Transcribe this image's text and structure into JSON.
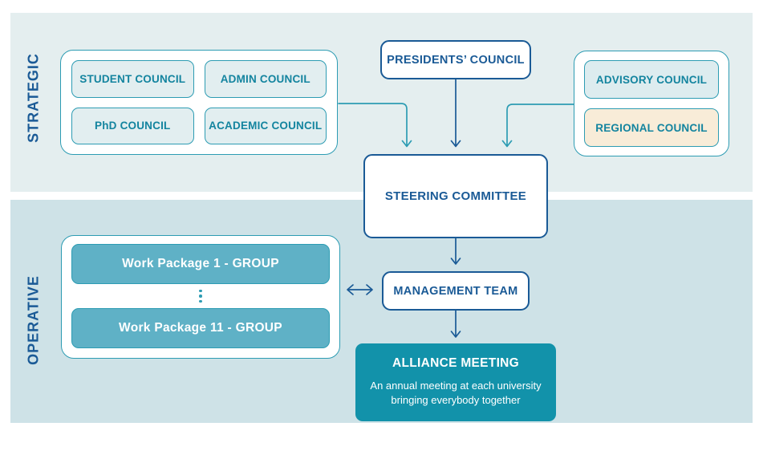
{
  "colors": {
    "dark_blue": "#1a5a96",
    "teal": "#2d9cb3",
    "teal_text": "#13849f",
    "band_strategic": "#e4eeef",
    "band_operative": "#cee2e7",
    "council_fill": "#e2eef0",
    "advisory_fill": "#ddecef",
    "regional_fill": "#f8ecd8",
    "wp_fill": "#5fb1c6",
    "alliance_fill": "#1292aa"
  },
  "bands": {
    "strategic_label": "STRATEGIC",
    "operative_label": "OPERATIVE"
  },
  "councils": [
    "STUDENT COUNCIL",
    "ADMIN COUNCIL",
    "PhD COUNCIL",
    "ACADEMIC COUNCIL"
  ],
  "presidents_council": "PRESIDENTS’ COUNCIL",
  "advisory_group": {
    "advisory": "ADVISORY COUNCIL",
    "regional": "REGIONAL COUNCIL"
  },
  "steering_committee": "STEERING COMMITTEE",
  "work_packages": {
    "first": "Work Package 1 - GROUP",
    "last": "Work Package 11 - GROUP"
  },
  "management_team": "MANAGEMENT TEAM",
  "alliance_meeting": {
    "title": "ALLIANCE MEETING",
    "description_line1": "An annual meeting at each university",
    "description_line2": "bringing everybody together"
  }
}
